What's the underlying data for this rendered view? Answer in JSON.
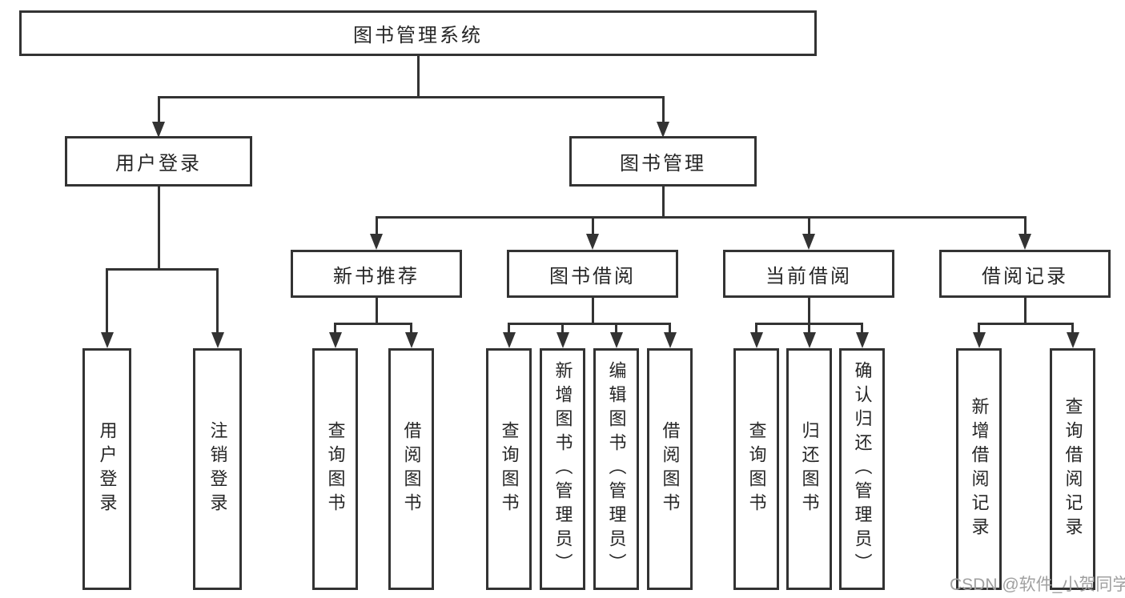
{
  "diagram": {
    "root": "图书管理系统",
    "level2": [
      {
        "label": "用户登录",
        "children": [
          "用户登录",
          "注销登录"
        ]
      },
      {
        "label": "图书管理",
        "sections": [
          {
            "label": "新书推荐",
            "children": [
              "查询图书",
              "借阅图书"
            ]
          },
          {
            "label": "图书借阅",
            "children": [
              "查询图书",
              "新增图书（管理员）",
              "编辑图书（管理员）",
              "借阅图书"
            ]
          },
          {
            "label": "当前借阅",
            "children": [
              "查询图书",
              "归还图书",
              "确认归还（管理员）"
            ]
          },
          {
            "label": "借阅记录",
            "children": [
              "新增借阅记录",
              "查询借阅记录"
            ]
          }
        ]
      }
    ]
  },
  "watermark": {
    "text": "CSDN @软件_小贺同学"
  },
  "colors": {
    "line": "#333333",
    "text": "#262626",
    "watermark": "#a0a0a0",
    "background": "#ffffff"
  }
}
